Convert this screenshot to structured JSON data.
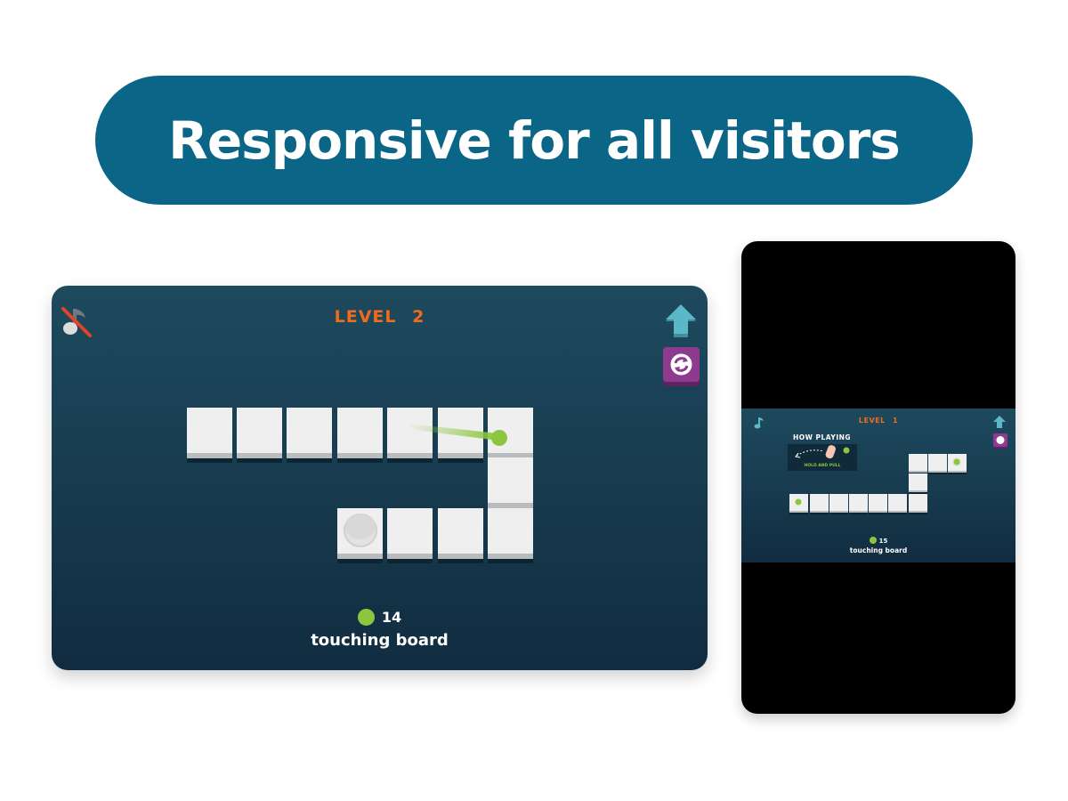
{
  "banner": {
    "text": "Responsive for all visitors"
  },
  "desktop": {
    "level_label": "LEVEL",
    "level_number": "2",
    "moves_count": "14",
    "mode_label": "touching board",
    "icons": {
      "sound": "music-muted-icon",
      "home": "home-arrow-icon",
      "restart": "restart-icon"
    },
    "colors": {
      "title": "#f26a1b",
      "ball": "#8cc63f",
      "restart_bg": "#8e3a8e",
      "home": "#5ab8c8"
    }
  },
  "mobile": {
    "level_label": "LEVEL",
    "level_number": "1",
    "tutorial_title": "HOW PLAYING",
    "tutorial_hint": "HOLD AND PULL",
    "moves_count": "15",
    "mode_label": "touching board",
    "icons": {
      "sound": "music-icon",
      "home": "home-arrow-icon",
      "restart": "restart-icon",
      "hand": "hand-icon"
    }
  }
}
